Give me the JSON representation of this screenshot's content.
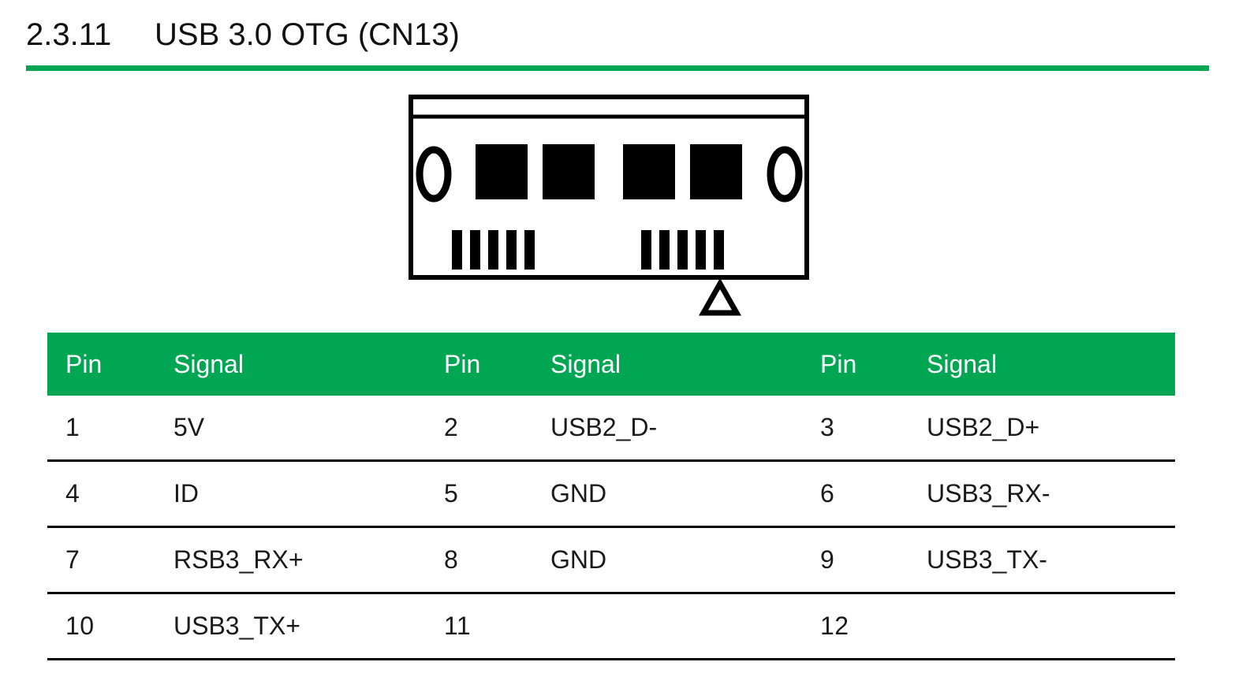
{
  "header": {
    "section_number": "2.3.11",
    "section_title": "USB 3.0 OTG (CN13)"
  },
  "colors": {
    "accent_green": "#00A651",
    "header_text": "#FFFFFF",
    "body_text": "#1A1A1A"
  },
  "connector": {
    "contact_pads": 4,
    "pin_groups": 2,
    "pins_per_group": 5,
    "pin_1_indicator": "triangle"
  },
  "table": {
    "headers": [
      "Pin",
      "Signal",
      "Pin",
      "Signal",
      "Pin",
      "Signal"
    ],
    "rows": [
      [
        "1",
        "5V",
        "2",
        "USB2_D-",
        "3",
        "USB2_D+"
      ],
      [
        "4",
        "ID",
        "5",
        "GND",
        "6",
        "USB3_RX-"
      ],
      [
        "7",
        "RSB3_RX+",
        "8",
        "GND",
        "9",
        "USB3_TX-"
      ],
      [
        "10",
        "USB3_TX+",
        "11",
        "",
        "12",
        ""
      ]
    ]
  }
}
